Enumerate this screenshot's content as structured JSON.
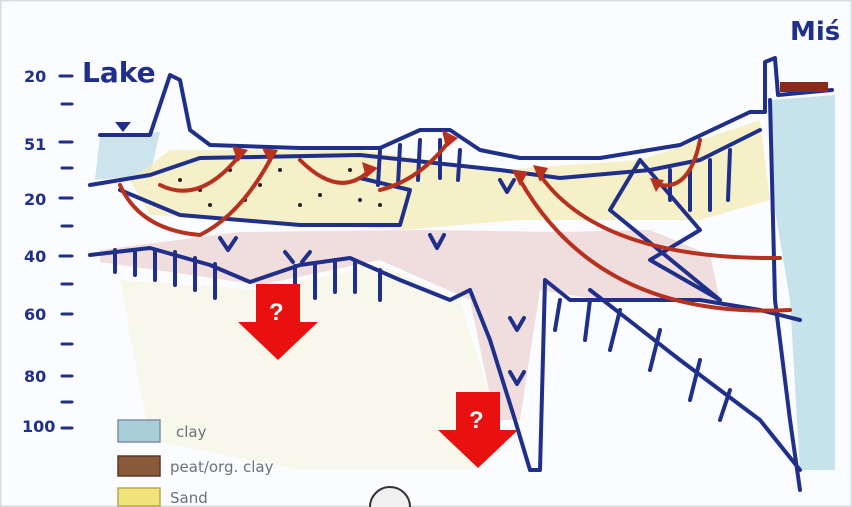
{
  "title": "Lake",
  "right_label": "Miś",
  "depth_ticks": [
    "20",
    "51",
    "20",
    "40",
    "60",
    "80",
    "100"
  ],
  "legend": [
    {
      "label": "clay",
      "color": "#a8cfd8"
    },
    {
      "label": "peat/org. clay",
      "color": "#8a5a3a"
    },
    {
      "label": "Sand",
      "color": "#f2e27a"
    }
  ],
  "markers": [
    "?",
    "?"
  ],
  "colors": {
    "ink": "#1f2f8a",
    "arrow": "#b8301e",
    "marker": "#e8110f",
    "clay": "#a8cfd8",
    "sand": "#f2e6a0",
    "peat": "#e9c7c7"
  }
}
